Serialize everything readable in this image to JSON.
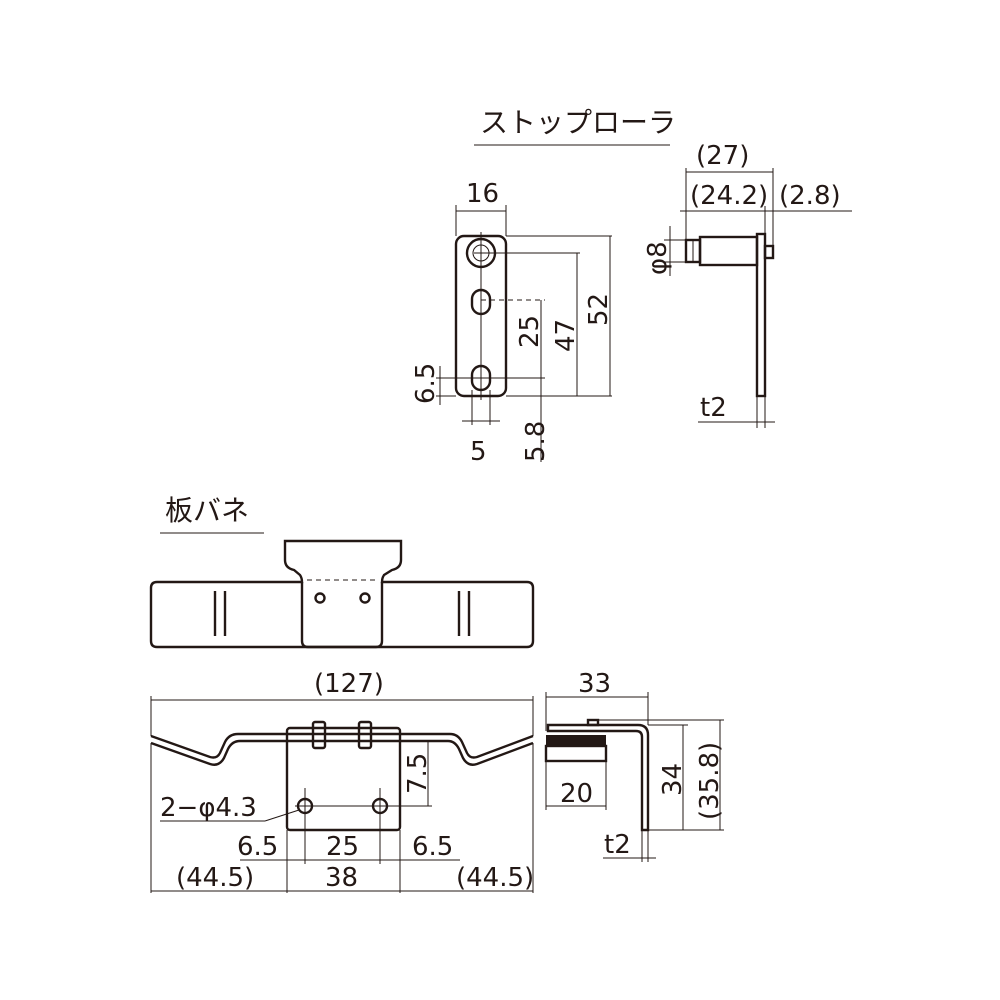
{
  "sections": {
    "stop_roller": {
      "title": "ストップローラ"
    },
    "leaf_spring": {
      "title": "板バネ"
    }
  },
  "roller_front_dims": {
    "width": "16",
    "hole_pitch": "25",
    "hole_to_top": "47",
    "height": "52",
    "bottom_margin": "6.5",
    "edge_margin": "5",
    "hole_bottom": "5.8"
  },
  "roller_side_dims": {
    "total": "(27)",
    "body": "(24.2)",
    "protrusion": "(2.8)",
    "roller_dia": "φ8",
    "thickness": "t2"
  },
  "spring_front_dims": {
    "overall": "(127)",
    "hole_height": "7.5",
    "hole_callout": "2−φ4.3",
    "left_margin": "6.5",
    "hole_pitch": "25",
    "right_margin": "6.5",
    "left_wing": "(44.5)",
    "center_width": "38",
    "right_wing": "(44.5)"
  },
  "spring_side_dims": {
    "width": "33",
    "pad": "20",
    "height": "34",
    "height_total": "(35.8)",
    "thickness": "t2"
  }
}
